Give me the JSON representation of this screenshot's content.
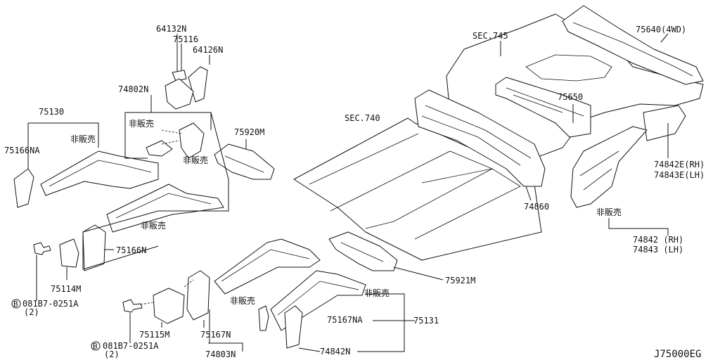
{
  "figure_id": "J75000EG",
  "sections": {
    "sec745": "SEC.745",
    "sec740": "SEC.740"
  },
  "labels": {
    "p64132N": "64132N",
    "p75116": "75116",
    "p64126N": "64126N",
    "p74802N": "74802N",
    "p75130": "75130",
    "p75166NA": "75166NA",
    "nonsale": "非販売",
    "p75920M": "75920M",
    "p75166N": "75166N",
    "p75114M": "75114M",
    "bolt_code": "081B7-0251A",
    "bolt_qty": "(2)",
    "bolt_mark": "B",
    "p75115M": "75115M",
    "p75167N": "75167N",
    "p74803N": "74803N",
    "p75167NA": "75167NA",
    "p75131": "75131",
    "p74842N": "74842N",
    "p75921M": "75921M",
    "p74860": "74860",
    "p75650": "75650",
    "p75640": "75640(4WD)",
    "p74842E": "74842E(RH)",
    "p74843E": "74843E(LH)",
    "p74842": "74842 (RH)",
    "p74843": "74843 (LH)"
  }
}
